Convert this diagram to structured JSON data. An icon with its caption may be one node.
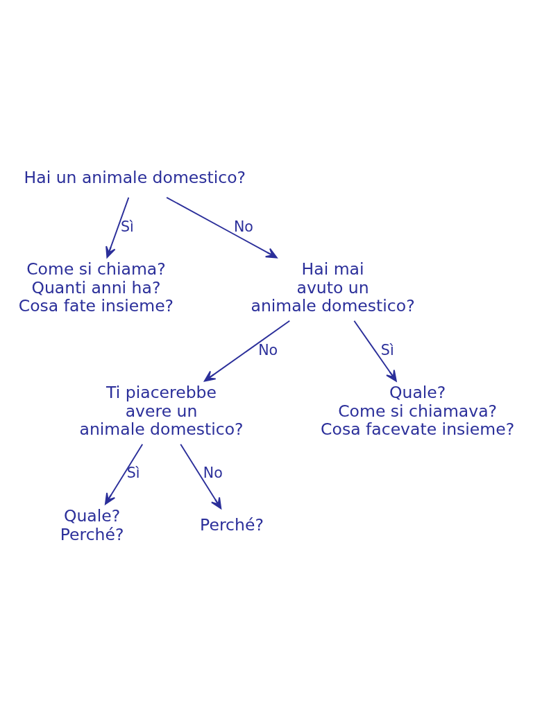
{
  "diagram": {
    "nodes": [
      {
        "text": [
          "Hai un animale domestico?"
        ]
      },
      {
        "text": [
          "Come si chiama?",
          "Quanti anni ha?",
          "Cosa fate insieme?"
        ]
      },
      {
        "text": [
          "Hai mai avuto un animale domestico?"
        ]
      },
      {
        "text": [
          "Ti piacerebbe avere un animale domestico?"
        ]
      },
      {
        "text": [
          "Quale?",
          "Come si chiamava?",
          "Cosa facevate insieme?"
        ]
      },
      {
        "text": [
          "Quale?",
          "Perché?"
        ]
      },
      {
        "text": [
          "Perché?"
        ]
      }
    ],
    "edges": [
      {
        "from": 0,
        "to": 1,
        "arrow": "to",
        "label": "Sì"
      },
      {
        "from": 0,
        "to": 2,
        "arrow": "to",
        "label": "No"
      },
      {
        "from": 2,
        "to": 3,
        "arrow": "to",
        "label": "No"
      },
      {
        "from": 2,
        "to": 4,
        "arrow": "to",
        "label": "Sì"
      },
      {
        "from": 3,
        "to": 5,
        "arrow": "to",
        "label": "Sì"
      },
      {
        "from": 3,
        "to": 6,
        "arrow": "to",
        "label": "No"
      }
    ]
  }
}
